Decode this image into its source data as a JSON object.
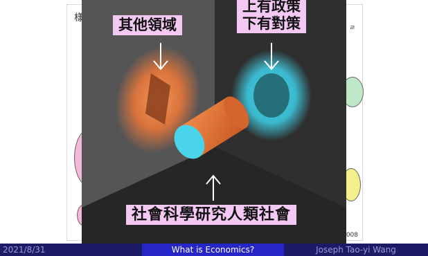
{
  "callouts": {
    "other_fields": "其他領域",
    "policy_line1": "上有政策",
    "policy_line2": "下有對策",
    "social_sciences": "社會科學研究人類社會"
  },
  "background_figure": {
    "label_top_left": "樣",
    "label_top_right": "ㄹ",
    "label_bottom_right": "008"
  },
  "footer": {
    "date": "2021/8/31",
    "title": "What is Economics?",
    "author": "Joseph Tao-yi Wang"
  },
  "colors": {
    "orange": "#e8763a",
    "cyan": "#3ed0e8",
    "callout_bg": "#f3c8f3",
    "footer_dark": "#1b1b66",
    "footer_mid": "#2626c8"
  }
}
